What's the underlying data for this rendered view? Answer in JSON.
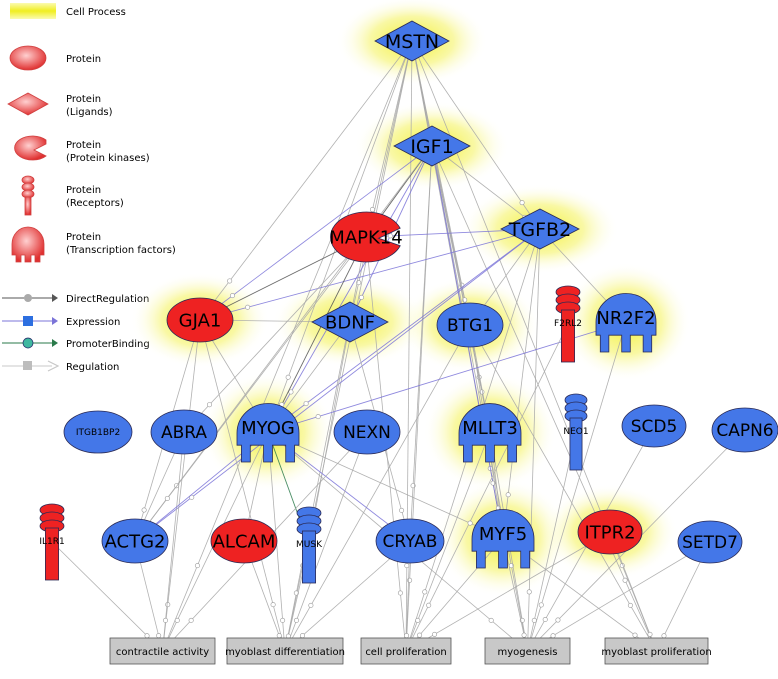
{
  "legend": {
    "items": [
      {
        "key": "cell-process",
        "label": "Cell Process"
      },
      {
        "key": "protein",
        "label": "Protein"
      },
      {
        "key": "ligand",
        "label": "Protein",
        "sub": "(Ligands)"
      },
      {
        "key": "kinase",
        "label": "Protein",
        "sub": "(Protein kinases)"
      },
      {
        "key": "receptor",
        "label": "Protein",
        "sub": "(Receptors)"
      },
      {
        "key": "tf",
        "label": "Protein",
        "sub": "(Transcription factors)"
      }
    ],
    "edges": [
      {
        "key": "direct",
        "label": "DirectRegulation"
      },
      {
        "key": "expression",
        "label": "Expression"
      },
      {
        "key": "promoter",
        "label": "PromoterBinding"
      },
      {
        "key": "regulation",
        "label": "Regulation"
      }
    ]
  },
  "colors": {
    "blue": "#4477e8",
    "red": "#ee2222",
    "highlight": "#f2f020",
    "process_fill": "#c8c8c8",
    "regulation_edge": "#a9a9a9",
    "expression_edge": "#7b74d8",
    "direct_edge": "#555555"
  },
  "nodes": [
    {
      "id": "MSTN",
      "label": "MSTN",
      "shape": "diamond",
      "color": "blue",
      "halo": true
    },
    {
      "id": "IGF1",
      "label": "IGF1",
      "shape": "diamond",
      "color": "blue",
      "halo": true
    },
    {
      "id": "TGFB2",
      "label": "TGFB2",
      "shape": "diamond",
      "color": "blue",
      "halo": true
    },
    {
      "id": "MAPK14",
      "label": "MAPK14",
      "shape": "kinase",
      "color": "red",
      "halo": false
    },
    {
      "id": "GJA1",
      "label": "GJA1",
      "shape": "ellipse",
      "color": "red",
      "halo": true
    },
    {
      "id": "BDNF",
      "label": "BDNF",
      "shape": "diamond",
      "color": "blue",
      "halo": true
    },
    {
      "id": "BTG1",
      "label": "BTG1",
      "shape": "ellipse",
      "color": "blue",
      "halo": true
    },
    {
      "id": "F2RL2",
      "label": "F2RL2",
      "shape": "receptor",
      "color": "red",
      "halo": false
    },
    {
      "id": "NR2F2",
      "label": "NR2F2",
      "shape": "tf",
      "color": "blue",
      "halo": true
    },
    {
      "id": "ITGB1BP2",
      "label": "ITGB1BP2",
      "shape": "ellipse",
      "color": "blue",
      "halo": false
    },
    {
      "id": "ABRA",
      "label": "ABRA",
      "shape": "ellipse",
      "color": "blue",
      "halo": false
    },
    {
      "id": "MYOG",
      "label": "MYOG",
      "shape": "tf",
      "color": "blue",
      "halo": true
    },
    {
      "id": "NEXN",
      "label": "NEXN",
      "shape": "ellipse",
      "color": "blue",
      "halo": false
    },
    {
      "id": "MLLT3",
      "label": "MLLT3",
      "shape": "tf",
      "color": "blue",
      "halo": true
    },
    {
      "id": "NEO1",
      "label": "NEO1",
      "shape": "receptor",
      "color": "blue",
      "halo": false
    },
    {
      "id": "SCD5",
      "label": "SCD5",
      "shape": "ellipse",
      "color": "blue",
      "halo": false
    },
    {
      "id": "CAPN6",
      "label": "CAPN6",
      "shape": "ellipse",
      "color": "blue",
      "halo": false
    },
    {
      "id": "IL1R1",
      "label": "IL1R1",
      "shape": "receptor",
      "color": "red",
      "halo": false
    },
    {
      "id": "ACTG2",
      "label": "ACTG2",
      "shape": "ellipse",
      "color": "blue",
      "halo": false
    },
    {
      "id": "ALCAM",
      "label": "ALCAM",
      "shape": "ellipse",
      "color": "red",
      "halo": false
    },
    {
      "id": "MUSK",
      "label": "MUSK",
      "shape": "receptor",
      "color": "blue",
      "halo": false
    },
    {
      "id": "CRYAB",
      "label": "CRYAB",
      "shape": "ellipse",
      "color": "blue",
      "halo": false
    },
    {
      "id": "MYF5",
      "label": "MYF5",
      "shape": "tf",
      "color": "blue",
      "halo": true
    },
    {
      "id": "ITPR2",
      "label": "ITPR2",
      "shape": "ellipse",
      "color": "red",
      "halo": true
    },
    {
      "id": "SETD7",
      "label": "SETD7",
      "shape": "ellipse",
      "color": "blue",
      "halo": false
    }
  ],
  "processes": [
    {
      "id": "contractile",
      "label": "contractile activity"
    },
    {
      "id": "differentiation",
      "label": "myoblast differentiation"
    },
    {
      "id": "proliferation",
      "label": "cell proliferation"
    },
    {
      "id": "myogenesis",
      "label": "myogenesis"
    },
    {
      "id": "mbproliferation",
      "label": "myoblast proliferation"
    }
  ],
  "edges": [
    {
      "from": "MSTN",
      "to": "IGF1",
      "type": "regulation"
    },
    {
      "from": "MSTN",
      "to": "TGFB2",
      "type": "regulation"
    },
    {
      "from": "MSTN",
      "to": "MAPK14",
      "type": "regulation"
    },
    {
      "from": "MSTN",
      "to": "MYOG",
      "type": "regulation"
    },
    {
      "from": "MSTN",
      "to": "BDNF",
      "type": "regulation"
    },
    {
      "from": "MSTN",
      "to": "BTG1",
      "type": "regulation"
    },
    {
      "from": "MSTN",
      "to": "MYF5",
      "type": "regulation"
    },
    {
      "from": "MSTN",
      "to": "MLLT3",
      "type": "regulation"
    },
    {
      "from": "MSTN",
      "to": "GJA1",
      "type": "regulation"
    },
    {
      "from": "MSTN",
      "to": "contractile",
      "type": "regulation"
    },
    {
      "from": "MSTN",
      "to": "differentiation",
      "type": "regulation"
    },
    {
      "from": "MSTN",
      "to": "proliferation",
      "type": "regulation"
    },
    {
      "from": "MSTN",
      "to": "myogenesis",
      "type": "regulation"
    },
    {
      "from": "MSTN",
      "to": "mbproliferation",
      "type": "regulation"
    },
    {
      "from": "IGF1",
      "to": "TGFB2",
      "type": "regulation"
    },
    {
      "from": "IGF1",
      "to": "MAPK14",
      "type": "direct"
    },
    {
      "from": "IGF1",
      "to": "GJA1",
      "type": "expression"
    },
    {
      "from": "IGF1",
      "to": "BDNF",
      "type": "expression"
    },
    {
      "from": "IGF1",
      "to": "BTG1",
      "type": "regulation"
    },
    {
      "from": "IGF1",
      "to": "MYOG",
      "type": "expression"
    },
    {
      "from": "IGF1",
      "to": "MYF5",
      "type": "expression"
    },
    {
      "from": "IGF1",
      "to": "MLLT3",
      "type": "regulation"
    },
    {
      "from": "IGF1",
      "to": "CRYAB",
      "type": "regulation"
    },
    {
      "from": "IGF1",
      "to": "ACTG2",
      "type": "regulation"
    },
    {
      "from": "IGF1",
      "to": "mbproliferation",
      "type": "regulation"
    },
    {
      "from": "IGF1",
      "to": "proliferation",
      "type": "regulation"
    },
    {
      "from": "TGFB2",
      "to": "MAPK14",
      "type": "expression"
    },
    {
      "from": "TGFB2",
      "to": "GJA1",
      "type": "expression"
    },
    {
      "from": "TGFB2",
      "to": "BTG1",
      "type": "regulation"
    },
    {
      "from": "TGFB2",
      "to": "MYOG",
      "type": "expression"
    },
    {
      "from": "TGFB2",
      "to": "MYF5",
      "type": "regulation"
    },
    {
      "from": "TGFB2",
      "to": "NR2F2",
      "type": "regulation"
    },
    {
      "from": "TGFB2",
      "to": "ACTG2",
      "type": "expression"
    },
    {
      "from": "TGFB2",
      "to": "proliferation",
      "type": "regulation"
    },
    {
      "from": "TGFB2",
      "to": "myogenesis",
      "type": "regulation"
    },
    {
      "from": "MAPK14",
      "to": "GJA1",
      "type": "direct"
    },
    {
      "from": "MAPK14",
      "to": "MYOG",
      "type": "direct"
    },
    {
      "from": "MAPK14",
      "to": "ABRA",
      "type": "regulation"
    },
    {
      "from": "MAPK14",
      "to": "differentiation",
      "type": "regulation"
    },
    {
      "from": "MAPK14",
      "to": "proliferation",
      "type": "regulation"
    },
    {
      "from": "MAPK14",
      "to": "ACTG2",
      "type": "regulation"
    },
    {
      "from": "GJA1",
      "to": "BDNF",
      "type": "regulation"
    },
    {
      "from": "GJA1",
      "to": "MYOG",
      "type": "regulation"
    },
    {
      "from": "GJA1",
      "to": "ACTG2",
      "type": "regulation"
    },
    {
      "from": "GJA1",
      "to": "contractile",
      "type": "regulation"
    },
    {
      "from": "GJA1",
      "to": "differentiation",
      "type": "regulation"
    },
    {
      "from": "BDNF",
      "to": "MYOG",
      "type": "regulation"
    },
    {
      "from": "BDNF",
      "to": "MUSK",
      "type": "regulation"
    },
    {
      "from": "BDNF",
      "to": "CRYAB",
      "type": "regulation"
    },
    {
      "from": "BTG1",
      "to": "MLLT3",
      "type": "regulation"
    },
    {
      "from": "BTG1",
      "to": "MYF5",
      "type": "regulation"
    },
    {
      "from": "BTG1",
      "to": "differentiation",
      "type": "regulation"
    },
    {
      "from": "BTG1",
      "to": "mbproliferation",
      "type": "regulation"
    },
    {
      "from": "NR2F2",
      "to": "MYOG",
      "type": "expression"
    },
    {
      "from": "NR2F2",
      "to": "myogenesis",
      "type": "regulation"
    },
    {
      "from": "F2RL2",
      "to": "proliferation",
      "type": "regulation"
    },
    {
      "from": "ABRA",
      "to": "ACTG2",
      "type": "regulation"
    },
    {
      "from": "ABRA",
      "to": "contractile",
      "type": "regulation"
    },
    {
      "from": "MYOG",
      "to": "ACTG2",
      "type": "expression"
    },
    {
      "from": "MYOG",
      "to": "ALCAM",
      "type": "regulation"
    },
    {
      "from": "MYOG",
      "to": "MUSK",
      "type": "promoter"
    },
    {
      "from": "MYOG",
      "to": "CRYAB",
      "type": "expression"
    },
    {
      "from": "MYOG",
      "to": "MYF5",
      "type": "regulation"
    },
    {
      "from": "MYOG",
      "to": "contractile",
      "type": "regulation"
    },
    {
      "from": "MYOG",
      "to": "differentiation",
      "type": "regulation"
    },
    {
      "from": "MYOG",
      "to": "myogenesis",
      "type": "regulation"
    },
    {
      "from": "NEXN",
      "to": "differentiation",
      "type": "regulation"
    },
    {
      "from": "NEXN",
      "to": "contractile",
      "type": "regulation"
    },
    {
      "from": "MLLT3",
      "to": "MYF5",
      "type": "regulation"
    },
    {
      "from": "MLLT3",
      "to": "proliferation",
      "type": "regulation"
    },
    {
      "from": "MLLT3",
      "to": "myogenesis",
      "type": "regulation"
    },
    {
      "from": "NEO1",
      "to": "myogenesis",
      "type": "regulation"
    },
    {
      "from": "SCD5",
      "to": "myogenesis",
      "type": "regulation"
    },
    {
      "from": "CAPN6",
      "to": "myogenesis",
      "type": "regulation"
    },
    {
      "from": "IL1R1",
      "to": "contractile",
      "type": "regulation"
    },
    {
      "from": "ACTG2",
      "to": "contractile",
      "type": "regulation"
    },
    {
      "from": "ALCAM",
      "to": "differentiation",
      "type": "regulation"
    },
    {
      "from": "MUSK",
      "to": "differentiation",
      "type": "regulation"
    },
    {
      "from": "CRYAB",
      "to": "proliferation",
      "type": "regulation"
    },
    {
      "from": "CRYAB",
      "to": "differentiation",
      "type": "regulation"
    },
    {
      "from": "MYF5",
      "to": "myogenesis",
      "type": "regulation"
    },
    {
      "from": "MYF5",
      "to": "proliferation",
      "type": "regulation"
    },
    {
      "from": "MYF5",
      "to": "mbproliferation",
      "type": "regulation"
    },
    {
      "from": "ITPR2",
      "to": "proliferation",
      "type": "regulation"
    },
    {
      "from": "ITPR2",
      "to": "mbproliferation",
      "type": "regulation"
    },
    {
      "from": "SETD7",
      "to": "mbproliferation",
      "type": "regulation"
    },
    {
      "from": "SETD7",
      "to": "myogenesis",
      "type": "regulation"
    }
  ]
}
